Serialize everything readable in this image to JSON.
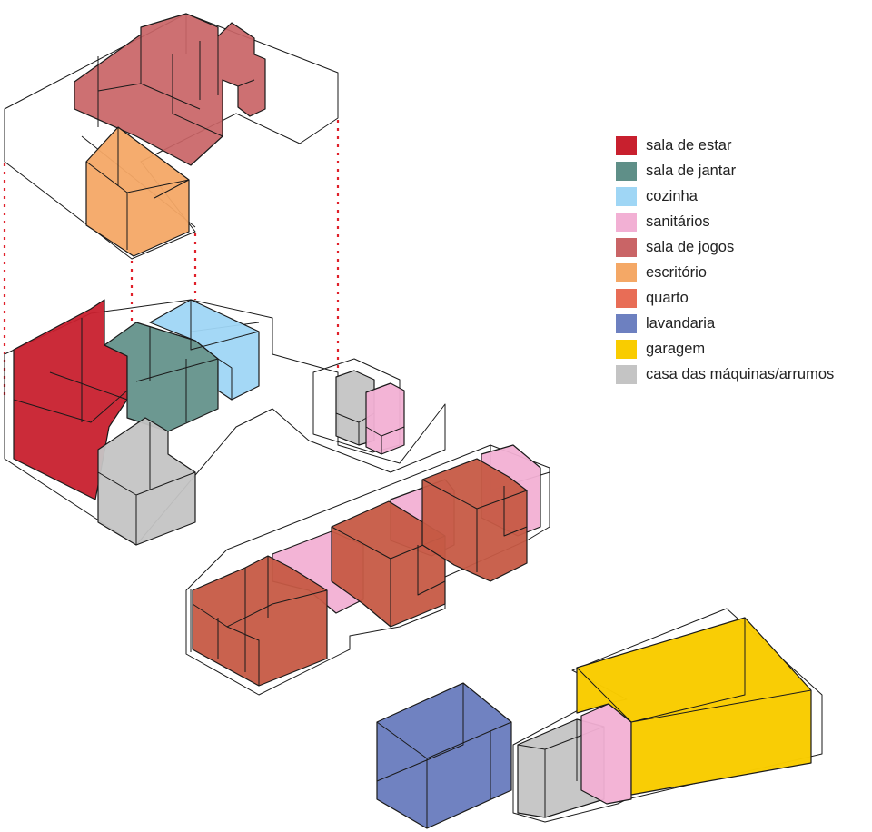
{
  "legend": {
    "items": [
      {
        "label": "sala de estar",
        "color": "#c8202e"
      },
      {
        "label": "sala de jantar",
        "color": "#5f8f88"
      },
      {
        "label": "cozinha",
        "color": "#9fd6f5"
      },
      {
        "label": "sanitários",
        "color": "#f2b0d4"
      },
      {
        "label": "sala de jogos",
        "color": "#c96466"
      },
      {
        "label": "escritório",
        "color": "#f4a866"
      },
      {
        "label": "quarto",
        "color": "#e86d56"
      },
      {
        "label": "lavandaria",
        "color": "#6d80c0"
      },
      {
        "label": "garagem",
        "color": "#f9cc00"
      },
      {
        "label": "casa das máquinas/arrumos",
        "color": "#c4c4c4"
      }
    ]
  }
}
